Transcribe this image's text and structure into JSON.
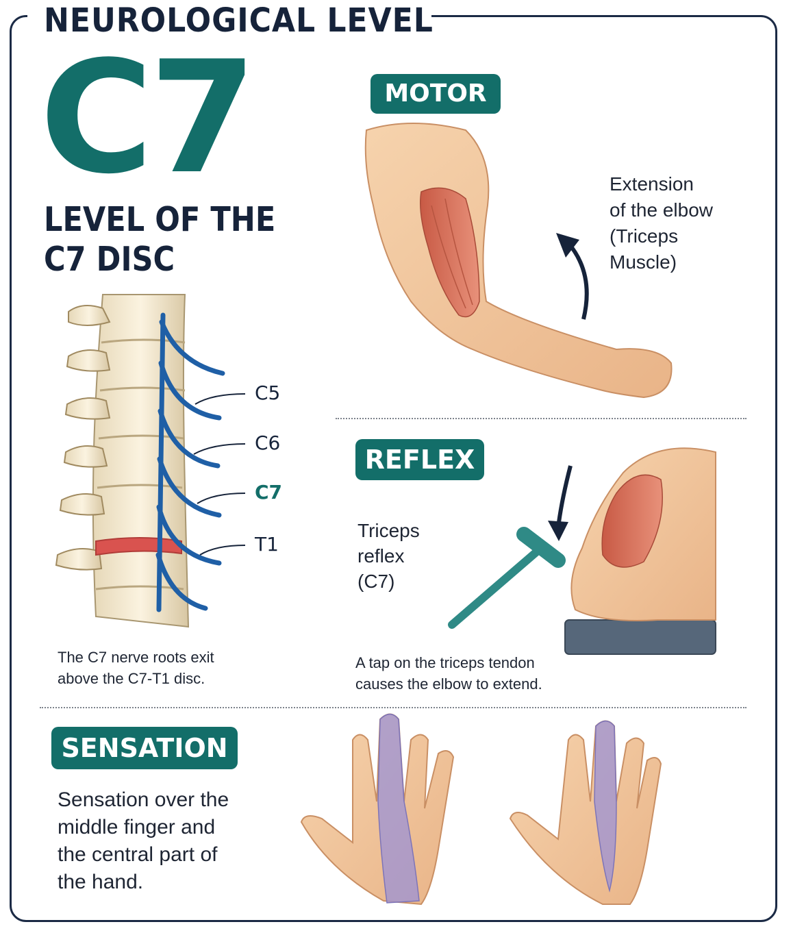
{
  "header": {
    "title": "NEUROLOGICAL LEVEL",
    "level": "C7",
    "subtitle_line1": "LEVEL OF THE",
    "subtitle_line2": "C7 DISC"
  },
  "spine": {
    "labels": [
      "C5",
      "C6",
      "C7",
      "T1"
    ],
    "highlight_label": "C7",
    "caption_line1": "The C7 nerve roots exit",
    "caption_line2": "above the C7-T1 disc."
  },
  "motor": {
    "badge": "MOTOR",
    "desc_lines": [
      "Extension",
      "of the elbow",
      "(Triceps",
      "Muscle)"
    ]
  },
  "reflex": {
    "badge": "REFLEX",
    "desc_lines": [
      "Triceps",
      "reflex",
      "(C7)"
    ],
    "caption_line1": "A tap on the triceps tendon",
    "caption_line2": "causes the elbow to extend."
  },
  "sensation": {
    "badge": "SENSATION",
    "desc_lines": [
      "Sensation over the",
      "middle finger and",
      "the central part of",
      "the hand."
    ]
  },
  "colors": {
    "teal": "#136e69",
    "navy": "#16233a",
    "nerve": "#1f5fa6",
    "disc_highlight": "#d9534f",
    "muscle": "#d9735e",
    "skin": "#f3c9a0",
    "dermatome": "#9b92d6"
  }
}
